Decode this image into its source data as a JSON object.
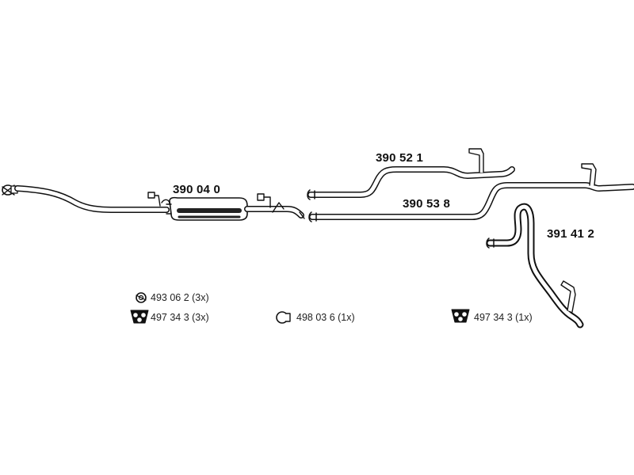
{
  "parts": [
    {
      "id": "front-pipe-with-muffler",
      "label": "390 04 0"
    },
    {
      "id": "tail-pipe-upper",
      "label": "390 52 1"
    },
    {
      "id": "tail-pipe-long",
      "label": "390 53 8"
    },
    {
      "id": "tail-pipe-bent",
      "label": "391 41 2"
    }
  ],
  "legend": [
    {
      "icon": "clamp-ring-icon",
      "text": "493 06 2 (3x)"
    },
    {
      "icon": "rubber-hanger-icon",
      "text": "497 34 3 (3x)"
    },
    {
      "icon": "pipe-clamp-icon",
      "text": "498 03 6 (1x)"
    },
    {
      "icon": "rubber-hanger-icon",
      "text": "497 34 3 (1x)"
    }
  ],
  "colors": {
    "line": "#111111",
    "fill": "#ffffff",
    "muffler_band": "#222222"
  }
}
